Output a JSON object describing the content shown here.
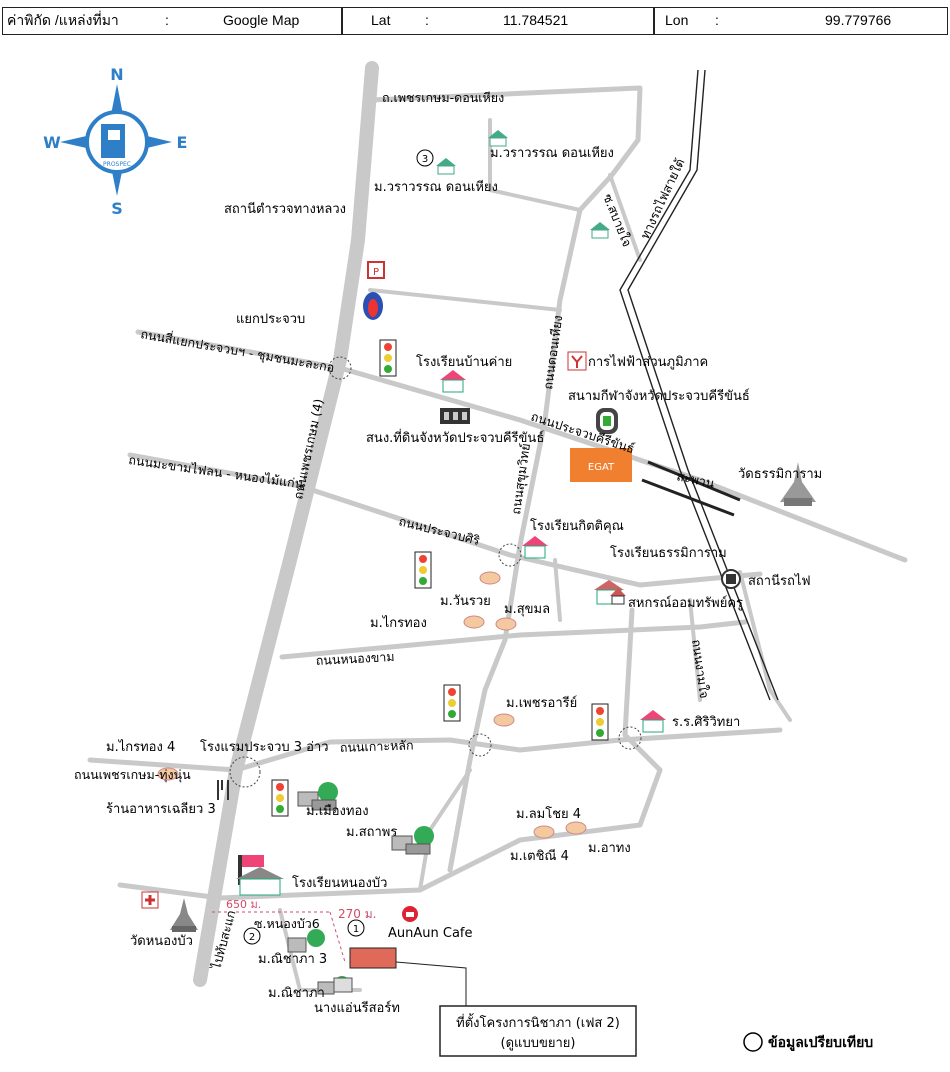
{
  "header": {
    "coord_label": "ค่าพิกัด /แหล่งที่มา",
    "colon": ":",
    "source": "Google Map",
    "lat_label": "Lat",
    "lat_value": "11.784521",
    "lon_label": "Lon",
    "lon_value": "99.779766"
  },
  "compass": {
    "n": "N",
    "s": "S",
    "e": "E",
    "w": "W",
    "brand": "PROSPEC"
  },
  "roads": {
    "phetkasem_donhiang": "ถ.เพชรเกษม-ดอนเหียง",
    "sibai_jai": "ซ.สบายใจ",
    "railway": "ทางรถไฟสายใต้",
    "si_yaek": "ถนนสี่แยกประจวบฯ - ชุมชนมะละกอ",
    "phetkasem_4": "ถนนเพชรเกษม (4)",
    "don_hiang": "ถนนดอนเหียง",
    "prachuap_khiri_khan": "ถนนประจวบคีรีขันธ์",
    "sukhumvit": "ถนนสุขุมวิทย์",
    "makham_mai": "ถนนมะขามไฟลน - หนองไม้แก่น",
    "prachuap_siri": "ถนนประจวบศิริ",
    "nong_kham": "ถนนหนองขาม",
    "ko_lak": "ถนนเกาะหลัก",
    "phetkasem_thung": "ถนนเพชรเกษม-ทุ่งนุ่น",
    "ngam_jai": "ถนนงามใจ",
    "san_phan": "สะพาน",
    "to_thap_sakae": "ไปทับสะแก",
    "soi_nong_bua": "ซ.หนองบัว6"
  },
  "places": {
    "wararan_1": "ม.วราวรรณ ดอนเหียง",
    "wararan_2": "ม.วราวรรณ ดอนเหียง",
    "police": "สถานีตำรวจทางหลวง",
    "intersection": "แยกประจวบ",
    "school_ban_khai": "โรงเรียนบ้านค่าย",
    "pea": "การไฟฟ้าส่วนภูมิภาค",
    "stadium": "สนามกีฬาจังหวัดประจวบคีรีขันธ์",
    "land_office": "สนง.ที่ดินจังหวัดประจวบคีรีขันธ์",
    "wat_thammikaram": "วัดธรรมิการาม",
    "school_kitti": "โรงเรียนกิตติคุณ",
    "school_thammikaram": "โรงเรียนธรรมิการาม",
    "station": "สถานีรถไฟ",
    "coop": "สหกรณ์ออมทรัพย์ครู",
    "m_wan_ruai": "ม.วันรวย",
    "m_kraithong": "ม.ไกรทอง",
    "m_sukmon": "ม.สุขมล",
    "m_phetcharee": "ม.เพชรอารีย์",
    "rr_siri": "ร.ร.ศิริวิทยา",
    "m_kraithong4": "ม.ไกรทอง 4",
    "hotel": "โรงแรมประจวบ 3 อ่าว",
    "restaurant": "ร้านอาหารเฉลียว 3",
    "m_muang_thong": "ม.เมืองทอง",
    "m_lomchoei": "ม.ลมโชย 4",
    "m_sathaporn": "ม.สถาพร",
    "m_tachinee": "ม.เตชิณี 4",
    "m_athong": "ม.อาทง",
    "school_nong_bua": "โรงเรียนหนองบัว",
    "wat_nong_bua": "วัดหนองบัว",
    "aunaun": "AunAun Cafe",
    "m_nichapha3": "ม.ณิชาภา 3",
    "m_nichapha": "ม.ณิชาภา",
    "resort": "นางแอ่นรีสอร์ท",
    "eggat": "EGAT"
  },
  "distances": {
    "d1": "650 ม.",
    "d2": "270 ม."
  },
  "markers": {
    "m1": "1",
    "m2": "2",
    "m3": "3"
  },
  "project_box": {
    "line1": "ที่ตั้งโครงการนิชาภา (เฟส 2)",
    "line2": "(ดูแบบขยาย)"
  },
  "legend": {
    "label": "ข้อมูลเปรียบเทียบ"
  },
  "colors": {
    "road": "#c9c9c9",
    "compass": "#2f7fc8",
    "project": "#e06a5a",
    "distance": "#d24a6a"
  }
}
